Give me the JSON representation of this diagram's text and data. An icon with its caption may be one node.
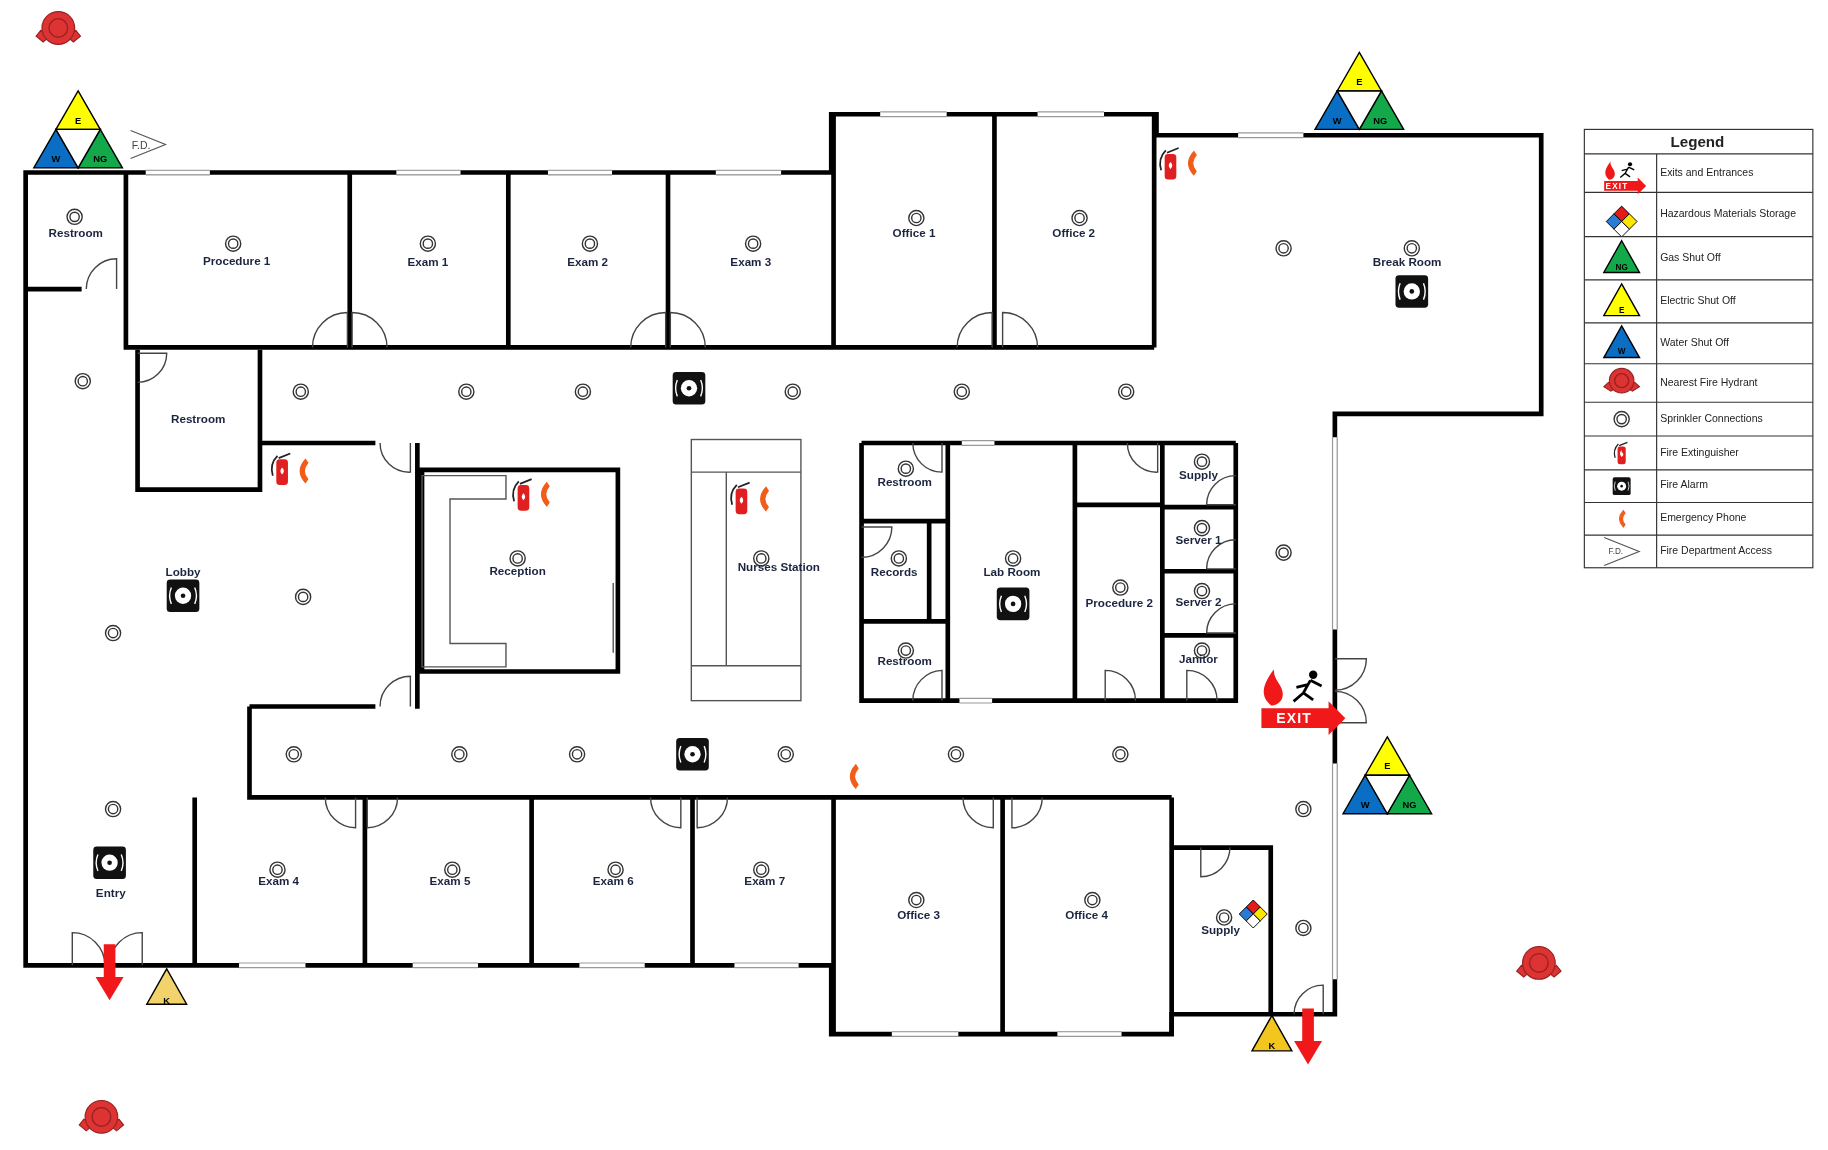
{
  "diagram": {
    "nodes": [
      {
        "text": [
          "Restroom"
        ]
      },
      {
        "text": [
          "Procedure 1"
        ]
      },
      {
        "text": [
          "Exam 1"
        ]
      },
      {
        "text": [
          "Exam 2"
        ]
      },
      {
        "text": [
          "Exam 3"
        ]
      },
      {
        "text": [
          "Office 1"
        ]
      },
      {
        "text": [
          "Office 2"
        ]
      },
      {
        "text": [
          "Break Room"
        ]
      },
      {
        "text": [
          "Restroom"
        ]
      },
      {
        "text": [
          "Supply"
        ]
      },
      {
        "text": [
          "Restroom"
        ]
      },
      {
        "text": [
          "Server 1"
        ]
      },
      {
        "text": [
          "Lobby"
        ]
      },
      {
        "text": [
          "Reception"
        ]
      },
      {
        "text": [
          "Nurses Station"
        ]
      },
      {
        "text": [
          "Records"
        ]
      },
      {
        "text": [
          "Lab Room"
        ]
      },
      {
        "text": [
          "Procedure 2"
        ]
      },
      {
        "text": [
          "Server 2"
        ]
      },
      {
        "text": [
          "Janitor"
        ]
      },
      {
        "text": [
          "Restroom"
        ]
      },
      {
        "text": [
          "Entry"
        ]
      },
      {
        "text": [
          "Exam 4"
        ]
      },
      {
        "text": [
          "Exam 5"
        ]
      },
      {
        "text": [
          "Exam 6"
        ]
      },
      {
        "text": [
          "Exam 7"
        ]
      },
      {
        "text": [
          "Office 3"
        ]
      },
      {
        "text": [
          "Office 4"
        ]
      },
      {
        "text": [
          "Supply"
        ]
      }
    ],
    "edges": [],
    "labels": [
      "E",
      "W",
      "NG",
      "F.D.",
      "E",
      "W",
      "NG",
      "Legend",
      "EXIT",
      "NG",
      "E",
      "W",
      "F.D.",
      "EXIT",
      "E",
      "W",
      "NG",
      "K",
      "K"
    ],
    "legend": [
      {
        "text": "Exits and Entrances"
      },
      {
        "text": "Hazardous Materials Storage"
      },
      {
        "text": "Gas Shut Off"
      },
      {
        "text": "Electric Shut Off"
      },
      {
        "text": "Water Shut Off"
      },
      {
        "text": "Nearest Fire Hydrant"
      },
      {
        "text": "Sprinkler Connections"
      },
      {
        "text": "Fire Extinguisher"
      },
      {
        "text": "Fire Alarm"
      },
      {
        "text": "Emergency Phone"
      },
      {
        "text": "Fire Department Access"
      }
    ]
  }
}
